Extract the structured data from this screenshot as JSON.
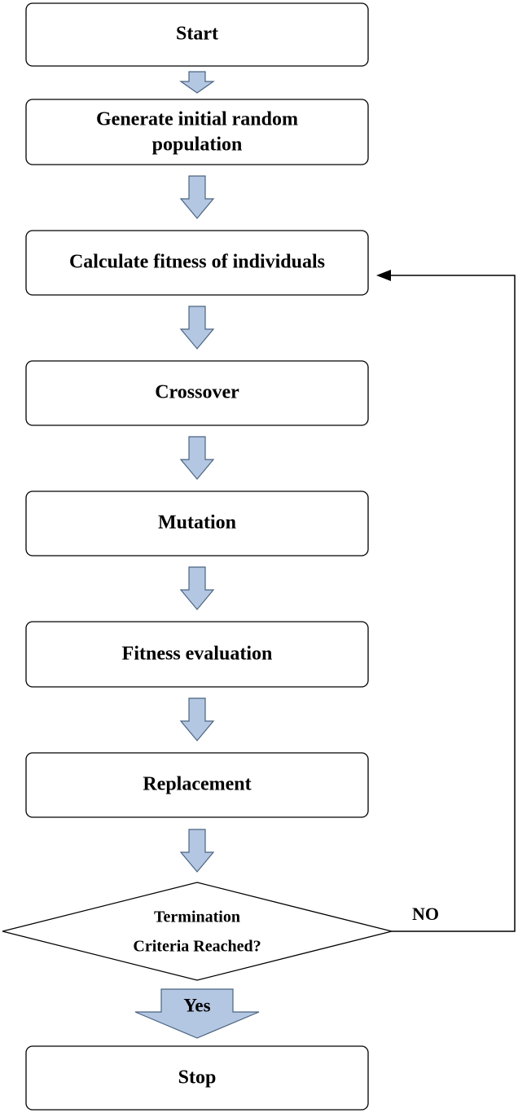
{
  "flowchart": {
    "start": "Start",
    "generate_line1": "Generate initial random",
    "generate_line2": "population",
    "calculate_fitness": "Calculate fitness of individuals",
    "crossover": "Crossover",
    "mutation": "Mutation",
    "fitness_evaluation": "Fitness evaluation",
    "replacement": "Replacement",
    "decision_line1": "Termination",
    "decision_line2": "Criteria Reached?",
    "no_label": "NO",
    "yes_label": "Yes",
    "stop": "Stop"
  },
  "colors": {
    "arrow_fill": "#b4c7e2",
    "arrow_stroke": "#4a6380",
    "box_border": "#000000"
  }
}
